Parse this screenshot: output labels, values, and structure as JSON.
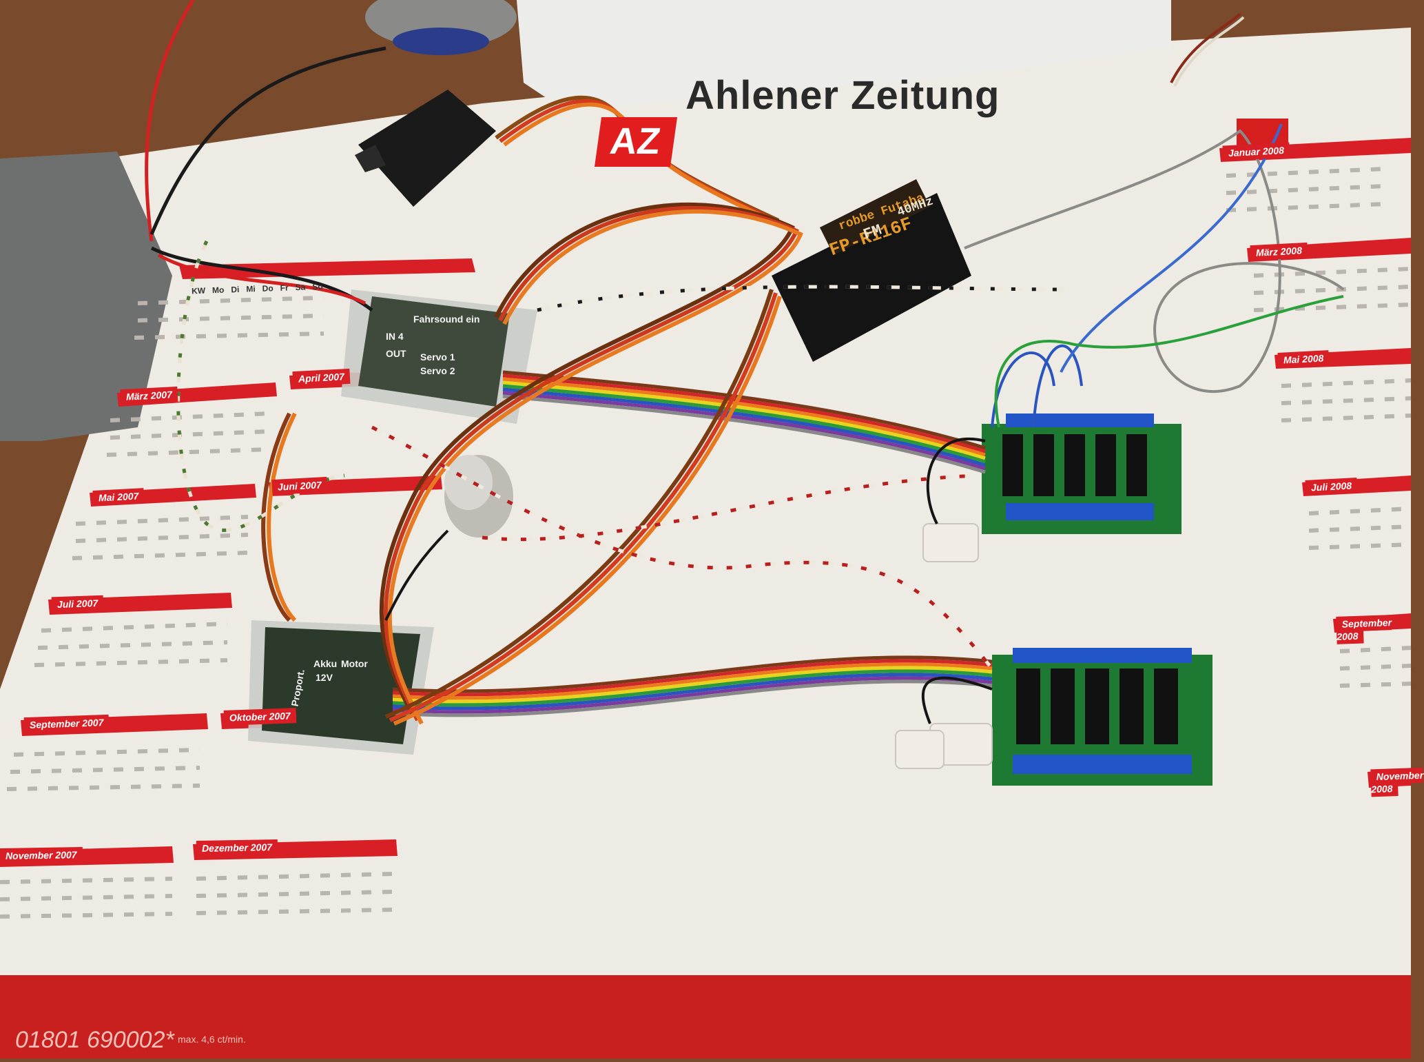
{
  "newspaper": {
    "logo": "AZ",
    "title": "Ahlener Zeitung",
    "phone": "01801 690002*",
    "phone_note": "max. 4,6 ct/min."
  },
  "calendar_2007": [
    {
      "month": "März 2007"
    },
    {
      "month": "April 2007"
    },
    {
      "month": "Mai 2007"
    },
    {
      "month": "Juni 2007"
    },
    {
      "month": "Juli 2007"
    },
    {
      "month": "September 2007"
    },
    {
      "month": "Oktober 2007"
    },
    {
      "month": "November 2007"
    },
    {
      "month": "Dezember 2007"
    }
  ],
  "calendar_2008": [
    {
      "month": "Januar 2008"
    },
    {
      "month": "März 2008"
    },
    {
      "month": "Mai 2008"
    },
    {
      "month": "Juli 2008"
    },
    {
      "month": "September 2008"
    },
    {
      "month": "November 2008"
    }
  ],
  "weekday_headers": [
    "KW",
    "Mo",
    "Di",
    "Mi",
    "Do",
    "Fr",
    "Sa",
    "So"
  ],
  "receiver": {
    "brand": "robbe Futaba",
    "model": "FP-R116F",
    "band": "FM",
    "freq": "40MHz"
  },
  "switch_board_1": {
    "labels": [
      "IN 4",
      "OUT",
      "Servo 1",
      "Servo 2",
      "Fahrsound ein"
    ]
  },
  "switch_board_2": {
    "labels": [
      "Akku",
      "Motor",
      "Proport.",
      "12V"
    ]
  },
  "colors": {
    "desk": "#7a4a2c",
    "paper": "#eeeae4",
    "calendar_red": "#d81f26",
    "pcb_green": "#1e7a32",
    "terminal_blue": "#2255c8"
  }
}
